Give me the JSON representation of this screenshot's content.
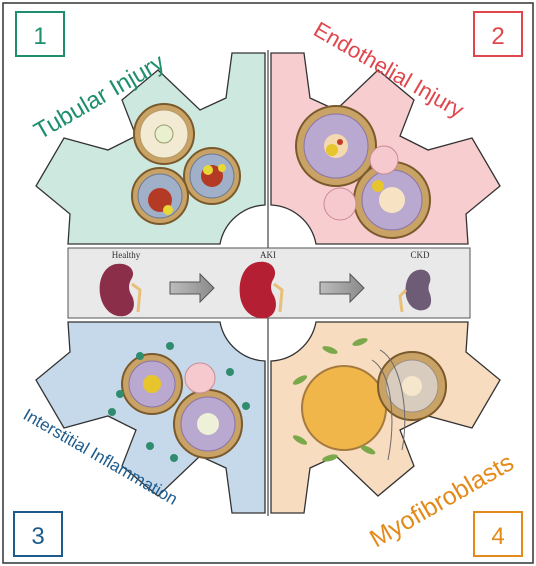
{
  "panels": [
    {
      "number": "1",
      "title": "Tubular Injury",
      "color": "#1e8f6e",
      "fill": "#cde9df"
    },
    {
      "number": "2",
      "title": "Endothelial Injury",
      "color": "#e0464b",
      "fill": "#f8cdd0"
    },
    {
      "number": "3",
      "title": "Interstitial Inflammation",
      "color": "#1d5b8c",
      "fill": "#c6d9ea"
    },
    {
      "number": "4",
      "title": "Myofibroblasts",
      "color": "#e38a1b",
      "fill": "#f8dcc0"
    }
  ],
  "center": {
    "stages": [
      {
        "label": "Healthy",
        "kidney_color": "#8b2e4a"
      },
      {
        "label": "AKI",
        "kidney_color": "#b41f33"
      },
      {
        "label": "CKD",
        "kidney_color": "#6e5b75"
      }
    ],
    "background": "#e9e9e9"
  }
}
